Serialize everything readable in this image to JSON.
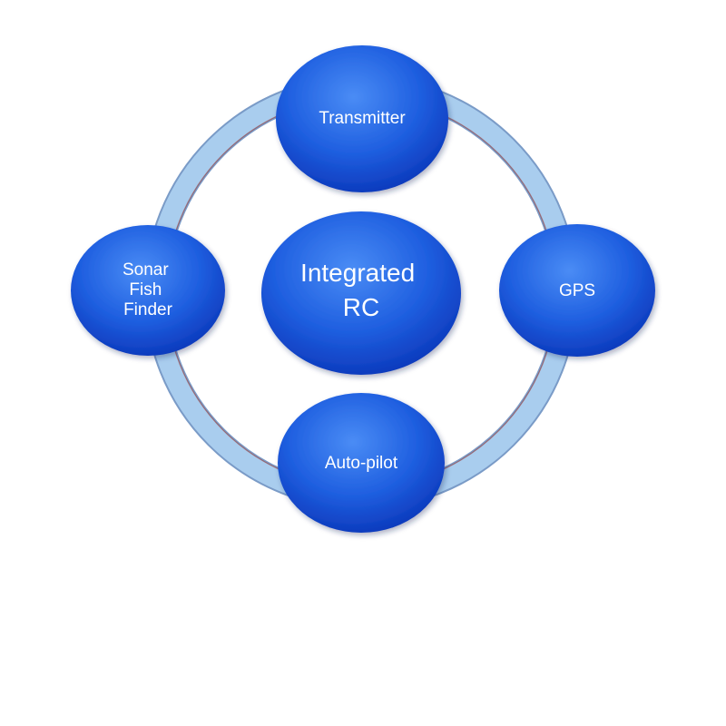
{
  "diagram": {
    "center": {
      "lines": [
        "Integrated",
        "RC"
      ]
    },
    "nodes": {
      "top": {
        "lines": [
          "Transmitter"
        ]
      },
      "right": {
        "lines": [
          "GPS"
        ]
      },
      "bottom": {
        "lines": [
          "Auto-pilot"
        ]
      },
      "left": {
        "lines": [
          "Sonar",
          "Fish",
          "Finder"
        ]
      }
    },
    "colors": {
      "node_fill_light": "#3d7ff0",
      "node_fill_dark": "#0a35b8",
      "ring_fill": "#a9cdee",
      "ring_edge": "#7a9bc7",
      "ring_inner_edge": "#9a4a4a",
      "text": "#ffffff",
      "background": "#ffffff"
    }
  }
}
